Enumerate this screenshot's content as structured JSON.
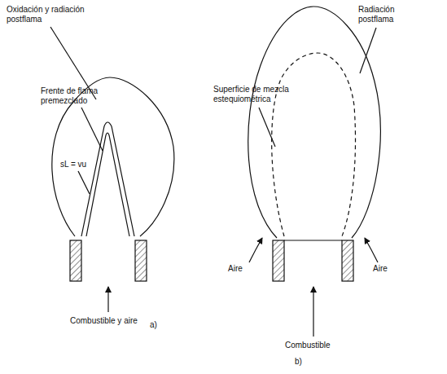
{
  "diagram": {
    "labels": [
      "Oxidación y radiación postflama",
      "Frente de flama premezclado",
      "sL = vu",
      "Combustible y aire",
      "a)",
      "Radiación postflama",
      "Superficie de mezcla estequiométrica",
      "Aire",
      "Aire",
      "Combustible",
      "b)"
    ]
  }
}
